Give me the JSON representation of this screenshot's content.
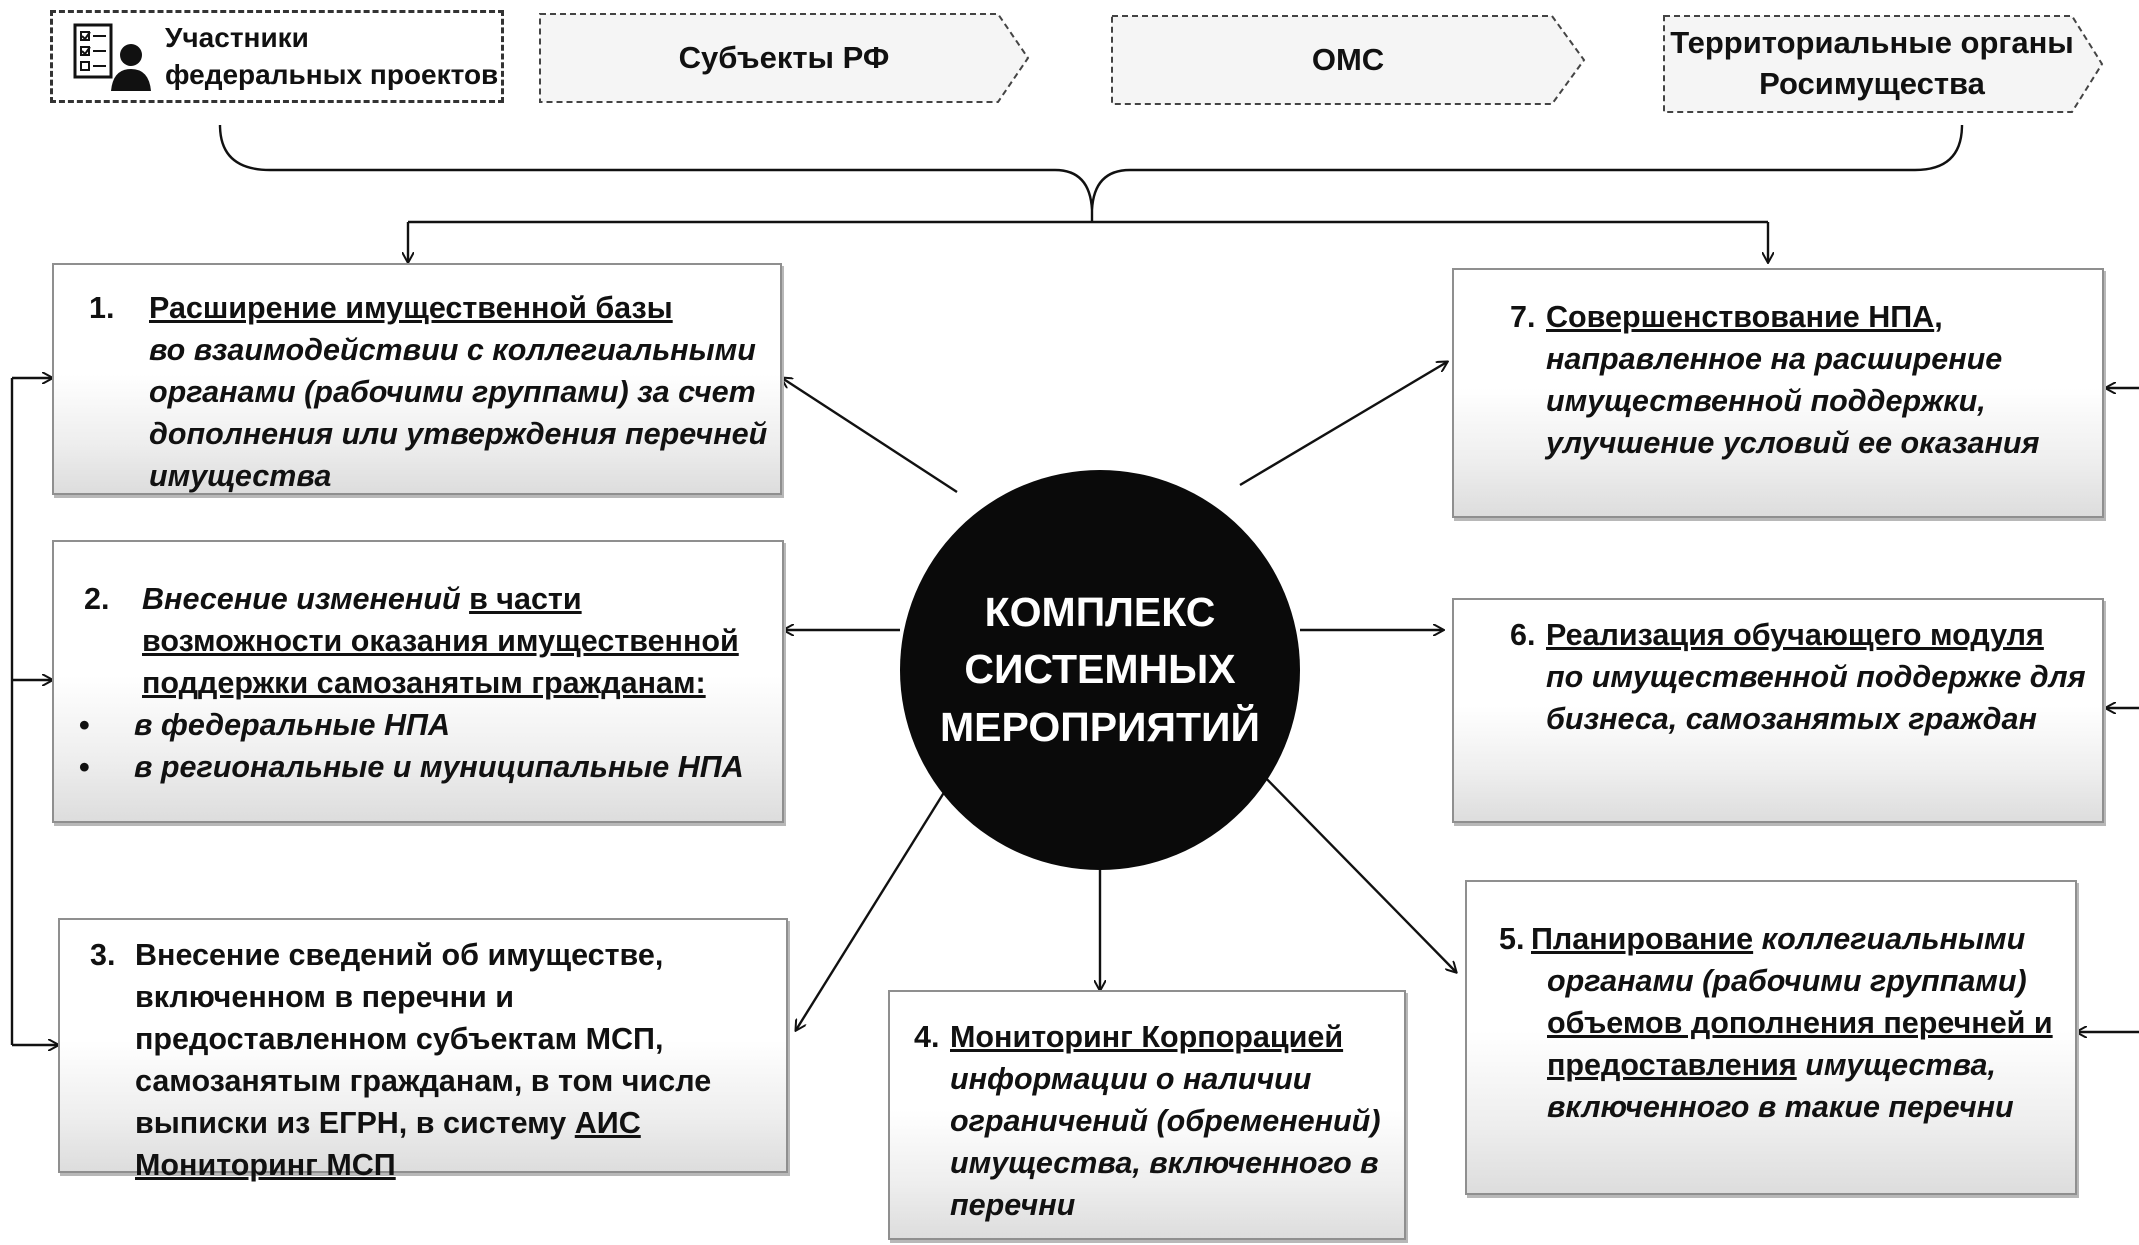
{
  "participants": [
    "Участники федеральных проектов",
    "Субъекты РФ",
    "ОМС",
    "Территориальные органы Росимущества"
  ],
  "center_label": "КОМПЛЕКС\nСИСТЕМНЫХ\nМЕРОПРИЯТИЙ",
  "measures": {
    "m1": {
      "number": "1.",
      "title": "Расширение имущественной базы",
      "text": "во взаимодействии с коллегиальными органами (рабочими группами) за счет дополнения или утверждения перечней имущества"
    },
    "m2": {
      "number": "2.",
      "lead": "Внесение изменений",
      "title": "в части  возможности оказания имущественной поддержки самозанятым гражданам:",
      "bullets": [
        "в федеральные НПА",
        "в региональные и муниципальные НПА"
      ]
    },
    "m3": {
      "number": "3.",
      "text": "Внесение сведений об имуществе, включенном в перечни и предоставленном субъектам МСП, самозанятым гражданам, в том числе выписки из ЕГРН, в систему",
      "link": "АИС Мониторинг МСП"
    },
    "m4": {
      "number": "4.",
      "title": "Мониторинг Корпорацией",
      "text": "информации о наличии ограничений (обременений) имущества, включенного в перечни"
    },
    "m5": {
      "number": "5.",
      "title": "Планирование",
      "text1": "коллегиальными органами (рабочими группами)",
      "title2": "объемов дополнения перечней и предоставления",
      "text2": "имущества, включенного в такие перечни"
    },
    "m6": {
      "number": "6.",
      "title": "Реализация обучающего модуля",
      "text": "по имущественной поддержке для бизнеса, самозанятых граждан"
    },
    "m7": {
      "number": "7.",
      "title": "Совершенствование НПА",
      "comma": ",",
      "text": "направленное на расширение имущественной поддержки, улучшение условий ее оказания"
    }
  }
}
